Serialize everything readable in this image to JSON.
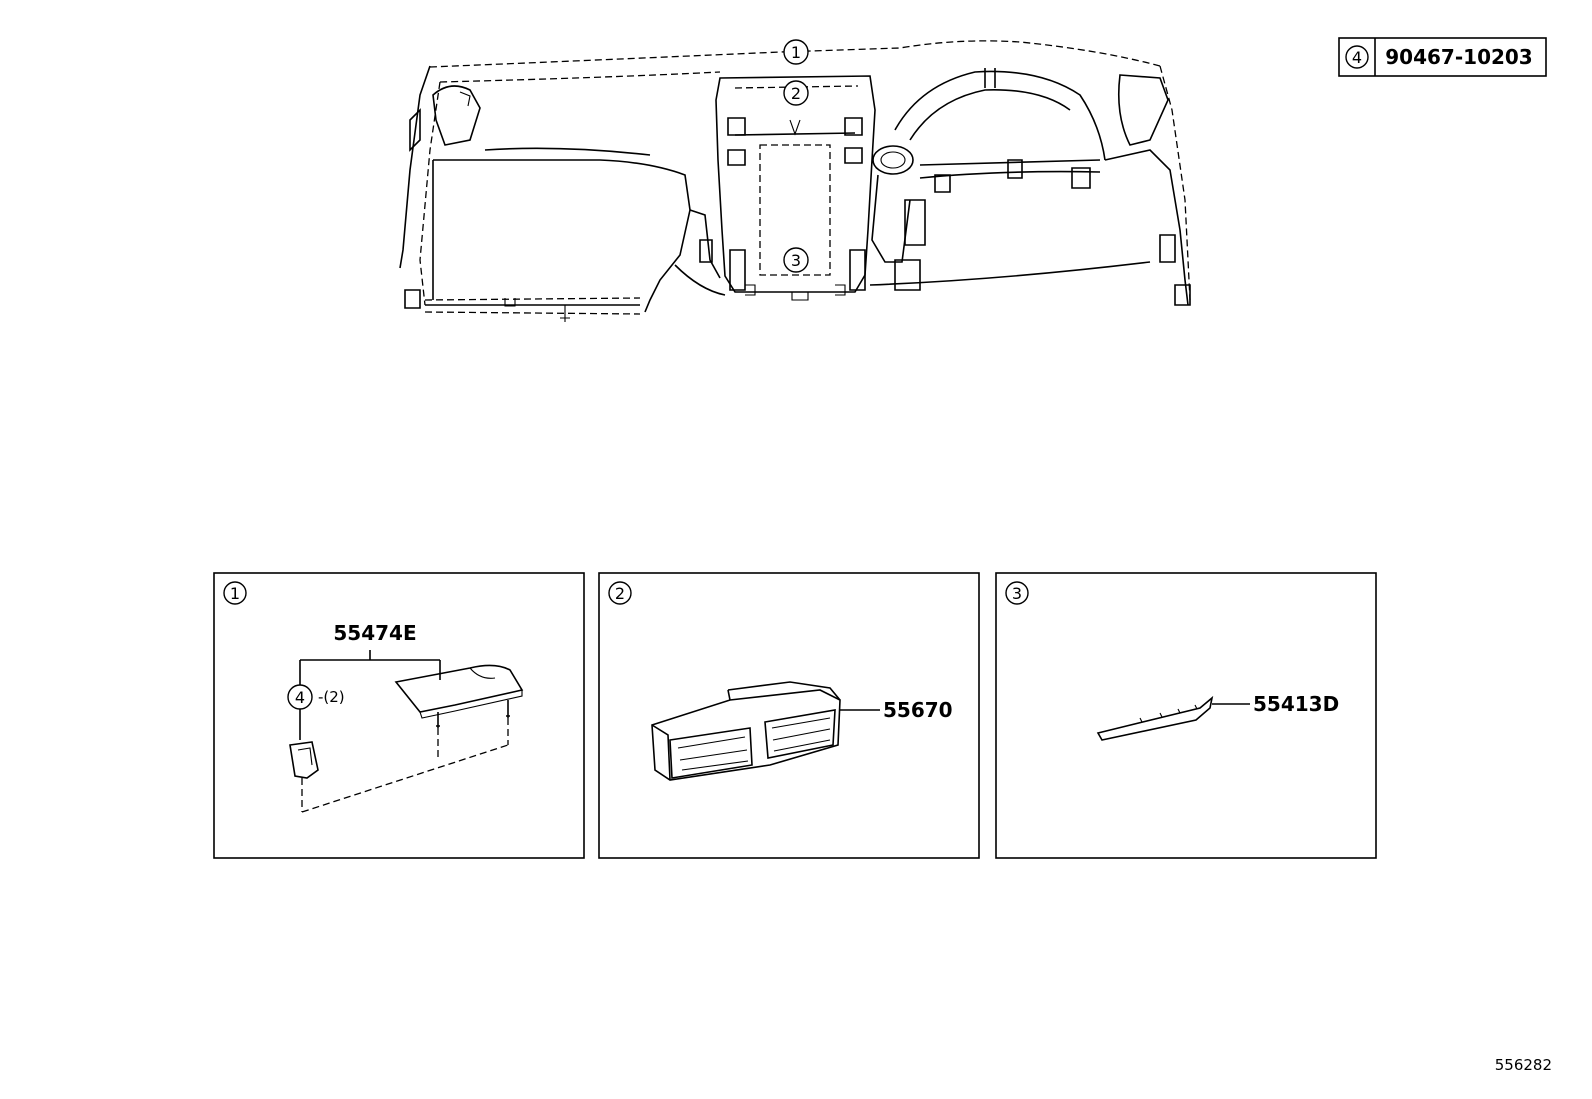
{
  "legend": {
    "ref": "4",
    "part_number": "90467-10203"
  },
  "overview": {
    "callouts": [
      "1",
      "2",
      "3"
    ]
  },
  "panels": [
    {
      "ref": "1",
      "part_label": "55474E",
      "fastener_ref": "4",
      "fastener_qty": "-(2)"
    },
    {
      "ref": "2",
      "part_label": "55670"
    },
    {
      "ref": "3",
      "part_label": "55413D"
    }
  ],
  "illustration_number": "556282"
}
